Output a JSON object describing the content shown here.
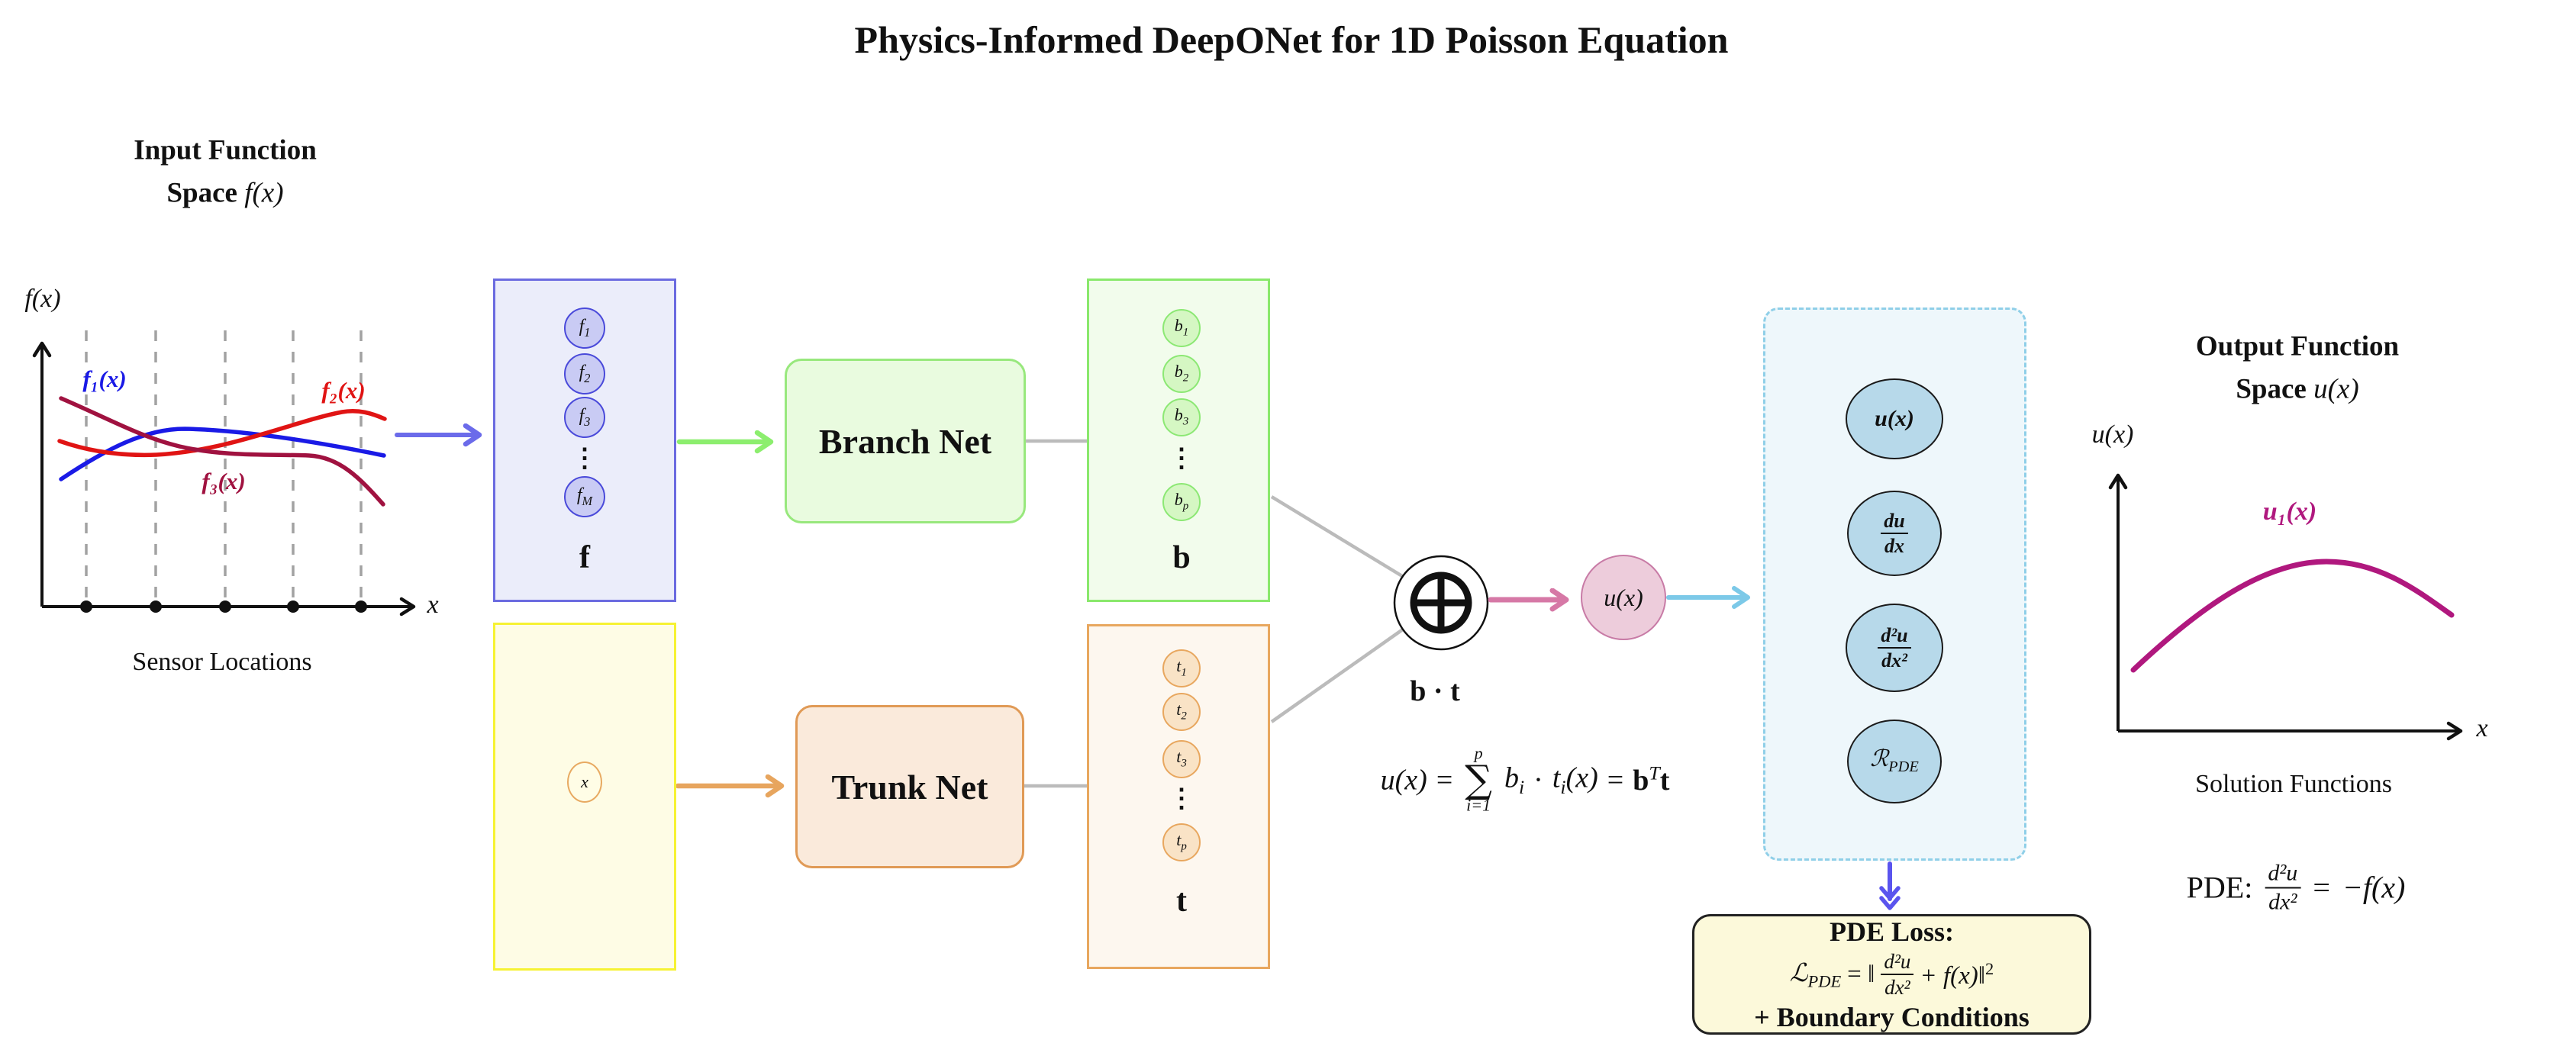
{
  "title": "Physics-Informed DeepONet for 1D Poisson Equation",
  "colors": {
    "f1_curve": "#1a1ae6",
    "f2_curve": "#e01414",
    "f3_curve": "#a01240",
    "u1_curve": "#b0187e",
    "input_arrow": "#6b6bea",
    "branch_arrow": "#8cee6e",
    "trunk_arrow": "#e7a55e",
    "gray_wire": "#bbbbbb",
    "pink_arrow": "#d678a6",
    "cyan_arrow": "#7cc9e8",
    "loss_arrow": "#5a54ee",
    "branch_box_border": "#6b6be0",
    "branch_out_border": "#8ae86c",
    "trunk_box_border": "#f6f233",
    "trunk_out_border": "#e8a75f",
    "autodiff_border": "#8fcfe8",
    "autodiff_node_fill": "#b7d9ea"
  },
  "input_plot": {
    "heading_line1": "Input Function",
    "heading_line2_bold": "Space",
    "heading_line2_math": "f(x)",
    "y_axis_label": "f(x)",
    "x_axis_label": "x",
    "curve1_label": "f₁(x)",
    "curve2_label": "f₂(x)",
    "curve3_label": "f₃(x)",
    "caption": "Sensor Locations"
  },
  "branch_input": {
    "nodes": [
      {
        "base": "f",
        "sub": "1"
      },
      {
        "base": "f",
        "sub": "2"
      },
      {
        "base": "f",
        "sub": "3"
      },
      {
        "base": "f",
        "sub": "M"
      }
    ],
    "vdots": "⋮",
    "label": "f"
  },
  "branch_net": {
    "label": "Branch Net"
  },
  "branch_output": {
    "nodes": [
      {
        "base": "b",
        "sub": "1"
      },
      {
        "base": "b",
        "sub": "2"
      },
      {
        "base": "b",
        "sub": "3"
      },
      {
        "base": "b",
        "sub": "p"
      }
    ],
    "vdots": "⋮",
    "label": "b"
  },
  "trunk_input": {
    "node": "x"
  },
  "trunk_net": {
    "label": "Trunk Net"
  },
  "trunk_output": {
    "nodes": [
      {
        "base": "t",
        "sub": "1"
      },
      {
        "base": "t",
        "sub": "2"
      },
      {
        "base": "t",
        "sub": "3"
      },
      {
        "base": "t",
        "sub": "p"
      }
    ],
    "vdots": "⋮",
    "label": "t"
  },
  "combine": {
    "dot_product_label": "b · t"
  },
  "equation": {
    "lhs": "u(x)",
    "eq1": "=",
    "sigma": "∑",
    "sigma_sup": "p",
    "sigma_sub": "i=1",
    "b_base": "b",
    "b_sub": "i",
    "dot": "·",
    "t_base": "t",
    "t_sub": "i",
    "t_arg": "(x)",
    "eq2": "=",
    "result_b": "b",
    "result_sup": "T",
    "result_t": "t"
  },
  "prediction_node": {
    "label": "u(x)"
  },
  "autodiff": {
    "node1": "u(x)",
    "node2": {
      "num": "du",
      "den": "dx"
    },
    "node3": {
      "num": "d²u",
      "den": "dx²"
    },
    "node4": {
      "base": "ℛ",
      "sub": "PDE"
    }
  },
  "pde_loss": {
    "line1": "PDE Loss:",
    "l_base": "ℒ",
    "l_sub": "PDE",
    "mid": "= ‖",
    "frac": {
      "num": "d²u",
      "den": "dx²"
    },
    "post": "+ f(x)‖",
    "post_sup": "2",
    "line3": "+ Boundary Conditions"
  },
  "output_plot": {
    "heading_line1": "Output Function",
    "heading_line2_bold": "Space",
    "heading_line2_math": "u(x)",
    "y_axis_label": "u(x)",
    "x_axis_label": "x",
    "curve_label": "u₁(x)",
    "caption": "Solution Functions"
  },
  "pde_equation": {
    "pre": "PDE:",
    "frac": {
      "num": "d²u",
      "den": "dx²"
    },
    "eq": "=",
    "rhs": "−f(x)"
  }
}
